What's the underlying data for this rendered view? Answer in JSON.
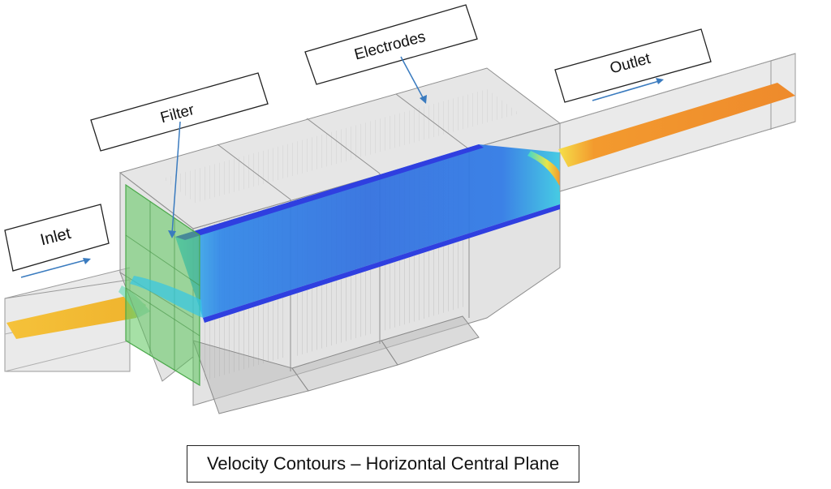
{
  "labels": {
    "inlet": "Inlet",
    "filter": "Filter",
    "electrodes": "Electrodes",
    "outlet": "Outlet"
  },
  "caption": "Velocity Contours – Horizontal Central Plane",
  "colors": {
    "duct_frame": "#9a9a9a",
    "housing_fill": "#c8c8c8",
    "filter_green": "#5cc75c",
    "flow_blue": "#2f6fe0",
    "flow_cyan": "#35d3e8",
    "flow_orange": "#f08a2a",
    "flow_yellow": "#f3c339",
    "arrow": "#3a7bbf"
  }
}
